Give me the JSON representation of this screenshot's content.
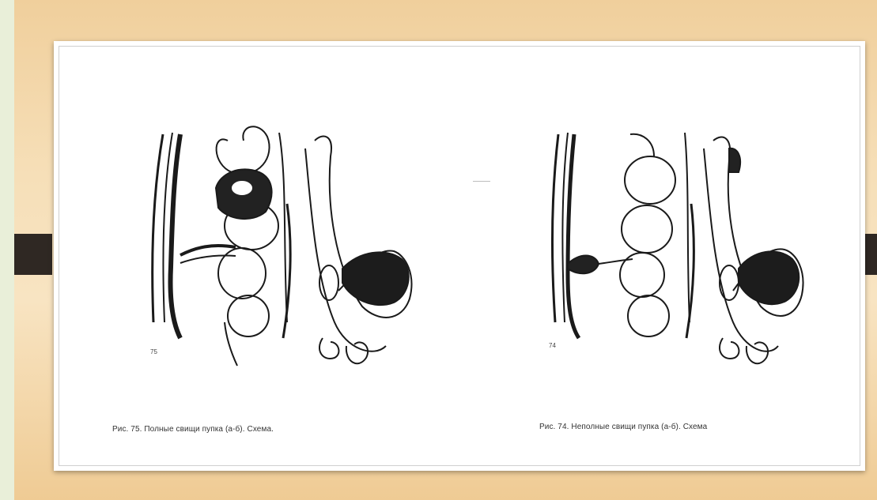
{
  "figures": [
    {
      "id": "fig75",
      "number": "75",
      "caption": "Рис. 75. Полные свищи пупка (а-б). Схема."
    },
    {
      "id": "fig74",
      "number": "74",
      "caption": "Рис. 74. Неполные свищи пупка (а-б). Схема"
    }
  ],
  "colors": {
    "background_gold": "#f6dfb8",
    "card": "#ffffff",
    "tab_dark": "#2f2823",
    "ink": "#1a1a1a"
  }
}
